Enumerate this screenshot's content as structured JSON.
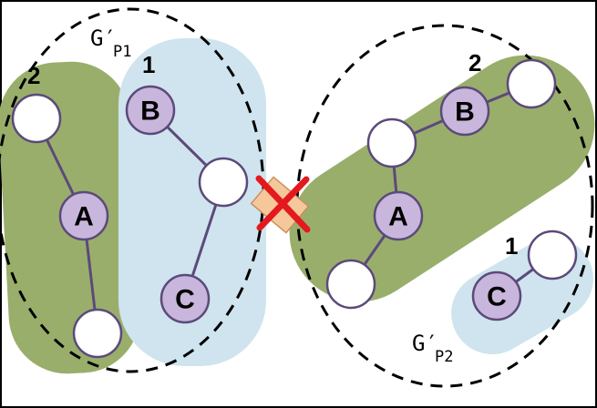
{
  "colors": {
    "group_green": "#9aae6c",
    "group_blue": "#cfe4ee",
    "node_purple": "#c9b6dc",
    "node_white": "#ffffff",
    "edge": "#5b4a7a",
    "cut_mark": "#e3191e",
    "cut_highlight": "#f6c79b"
  },
  "partitions": [
    {
      "label_main": "G′",
      "label_sub": "P1",
      "groups": [
        {
          "number": "2",
          "color": "green",
          "nodes": [
            "",
            "A",
            ""
          ]
        },
        {
          "number": "1",
          "color": "blue",
          "nodes": [
            "B",
            "",
            "C"
          ]
        }
      ]
    },
    {
      "label_main": "G′",
      "label_sub": "P2",
      "groups": [
        {
          "number": "2",
          "color": "green",
          "nodes": [
            "",
            "B",
            "",
            "A",
            ""
          ]
        },
        {
          "number": "1",
          "color": "blue",
          "nodes": [
            "",
            "C"
          ]
        }
      ]
    }
  ],
  "cut_mark_icon": "red-x-cross-icon"
}
